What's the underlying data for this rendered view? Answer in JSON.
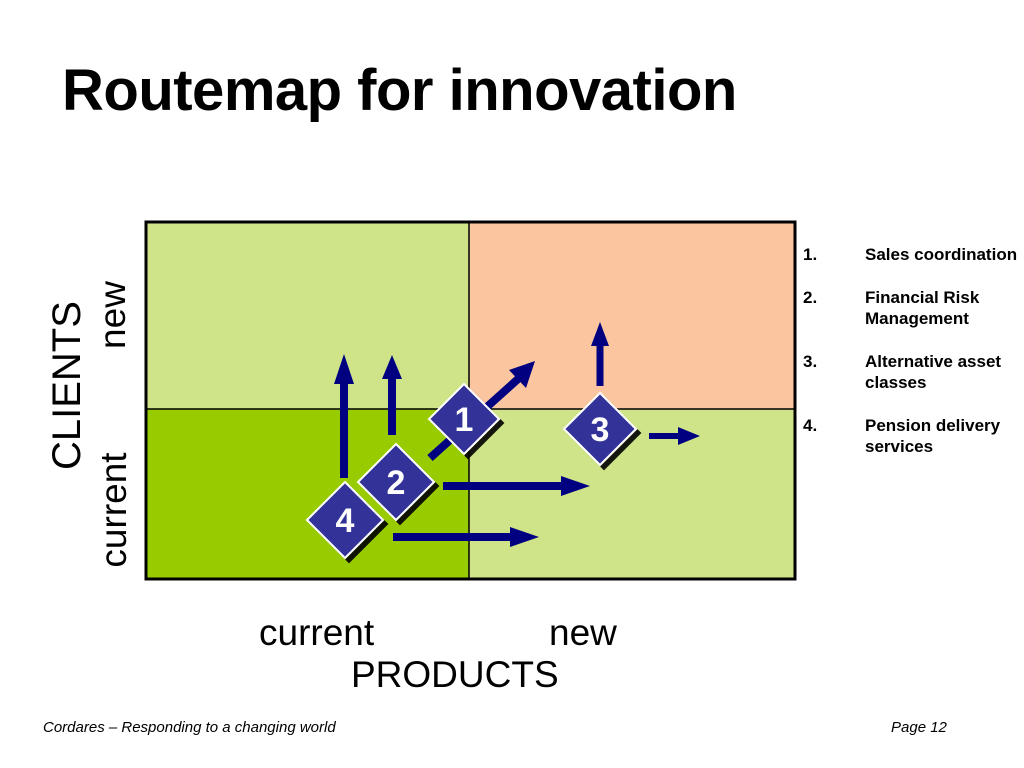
{
  "title": "Routemap for innovation",
  "matrix": {
    "y_axis": {
      "title": "CLIENTS",
      "top_label": "new",
      "bottom_label": "current"
    },
    "x_axis": {
      "title": "PRODUCTS",
      "left_label": "current",
      "right_label": "new"
    },
    "quadrants": {
      "top_left": "#cfe389",
      "top_right": "#fbc5a0",
      "bottom_left": "#99cc00",
      "bottom_right": "#cfe389"
    },
    "arrow_color": "#000080",
    "marker_color": "#333399",
    "markers": [
      "1",
      "2",
      "3",
      "4"
    ]
  },
  "legend": [
    {
      "number": "1.",
      "text": "Sales coordination"
    },
    {
      "number": "2.",
      "text": "Financial Risk Management"
    },
    {
      "number": "3.",
      "text": "Alternative asset classes"
    },
    {
      "number": "4.",
      "text": "Pension delivery services"
    }
  ],
  "footer": {
    "left": "Cordares – Responding to a changing world",
    "right": "Page 12"
  }
}
